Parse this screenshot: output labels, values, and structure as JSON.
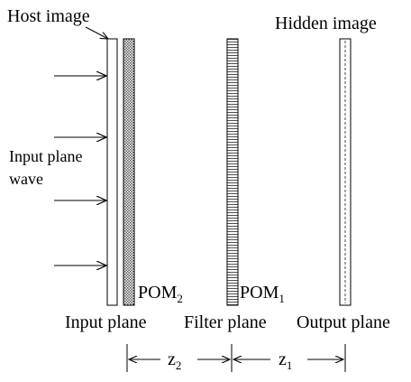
{
  "labels": {
    "host_image": "Host image",
    "hidden_image": "Hidden image",
    "input_wave_line1": "Input plane",
    "input_wave_line2": "wave",
    "pom2_base": "POM",
    "pom2_sub": "2",
    "pom1_base": "POM",
    "pom1_sub": "1",
    "input_plane": "Input plane",
    "filter_plane": "Filter plane",
    "output_plane": "Output plane",
    "z2_base": "z",
    "z2_sub": "2",
    "z1_base": "z",
    "z1_sub": "1"
  }
}
